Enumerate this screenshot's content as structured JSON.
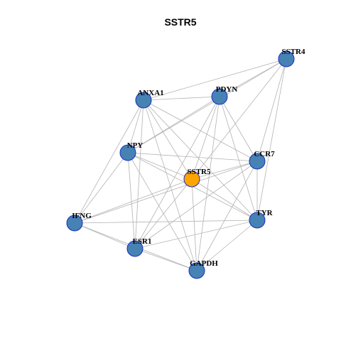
{
  "title": "SSTR5",
  "colors": {
    "node_default": "#4682b4",
    "node_focus": "#ffa500",
    "node_border": "#1a2fbf",
    "edge": "#b3b3b3",
    "background": "#ffffff"
  },
  "network": {
    "focus_node": "SSTR5",
    "nodes": [
      {
        "id": "SSTR4",
        "label": "SSTR4"
      },
      {
        "id": "ANXA1",
        "label": "ANXA1"
      },
      {
        "id": "PDYN",
        "label": "PDYN"
      },
      {
        "id": "NPY",
        "label": "NPY"
      },
      {
        "id": "CCR7",
        "label": "CCR7"
      },
      {
        "id": "SSTR5",
        "label": "SSTR5"
      },
      {
        "id": "IFNG",
        "label": "IFNG"
      },
      {
        "id": "TYR",
        "label": "TYR"
      },
      {
        "id": "ESR1",
        "label": "ESR1"
      },
      {
        "id": "GAPDH",
        "label": "GAPDH"
      }
    ],
    "edges": [
      [
        "SSTR4",
        "ANXA1"
      ],
      [
        "SSTR4",
        "PDYN"
      ],
      [
        "SSTR4",
        "NPY"
      ],
      [
        "SSTR4",
        "CCR7"
      ],
      [
        "SSTR4",
        "TYR"
      ],
      [
        "SSTR4",
        "SSTR5"
      ],
      [
        "ANXA1",
        "PDYN"
      ],
      [
        "ANXA1",
        "NPY"
      ],
      [
        "ANXA1",
        "CCR7"
      ],
      [
        "ANXA1",
        "SSTR5"
      ],
      [
        "ANXA1",
        "TYR"
      ],
      [
        "ANXA1",
        "IFNG"
      ],
      [
        "ANXA1",
        "ESR1"
      ],
      [
        "ANXA1",
        "GAPDH"
      ],
      [
        "PDYN",
        "NPY"
      ],
      [
        "PDYN",
        "CCR7"
      ],
      [
        "PDYN",
        "SSTR5"
      ],
      [
        "PDYN",
        "TYR"
      ],
      [
        "PDYN",
        "ESR1"
      ],
      [
        "PDYN",
        "GAPDH"
      ],
      [
        "NPY",
        "CCR7"
      ],
      [
        "NPY",
        "SSTR5"
      ],
      [
        "NPY",
        "TYR"
      ],
      [
        "NPY",
        "IFNG"
      ],
      [
        "NPY",
        "ESR1"
      ],
      [
        "NPY",
        "GAPDH"
      ],
      [
        "CCR7",
        "SSTR5"
      ],
      [
        "CCR7",
        "IFNG"
      ],
      [
        "CCR7",
        "TYR"
      ],
      [
        "CCR7",
        "ESR1"
      ],
      [
        "CCR7",
        "GAPDH"
      ],
      [
        "SSTR5",
        "IFNG"
      ],
      [
        "SSTR5",
        "TYR"
      ],
      [
        "SSTR5",
        "ESR1"
      ],
      [
        "SSTR5",
        "GAPDH"
      ],
      [
        "IFNG",
        "TYR"
      ],
      [
        "IFNG",
        "ESR1"
      ],
      [
        "IFNG",
        "GAPDH"
      ],
      [
        "TYR",
        "ESR1"
      ],
      [
        "TYR",
        "GAPDH"
      ],
      [
        "ESR1",
        "GAPDH"
      ]
    ]
  }
}
